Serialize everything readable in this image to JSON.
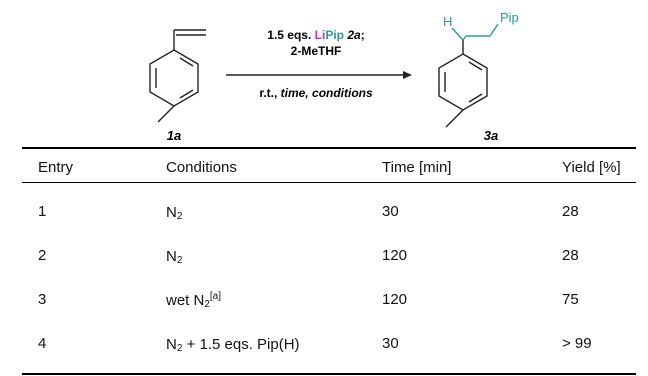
{
  "scheme": {
    "reagent_amount": "1.5 eqs.",
    "reagent_li": "Li",
    "reagent_pip": "Pip",
    "reagent_label": "2a",
    "reagent_sep": ";",
    "solvent": "2-MeTHF",
    "conditions_prefix": "r.t.,",
    "conditions_italic": "time, conditions",
    "start_label": "1a",
    "product_label": "3a",
    "product_h": "H",
    "product_pip": "Pip",
    "colors": {
      "li": "#d628c8",
      "pip": "#2f9b93"
    }
  },
  "table": {
    "headers": [
      "Entry",
      "Conditions",
      "Time [min]",
      "Yield [%]"
    ],
    "rows": [
      {
        "entry": "1",
        "cond_main": "N",
        "cond_sub": "2",
        "cond_sup": "",
        "cond_tail": "",
        "time": "30",
        "yield": "28"
      },
      {
        "entry": "2",
        "cond_main": "N",
        "cond_sub": "2",
        "cond_sup": "",
        "cond_tail": "",
        "time": "120",
        "yield": "28"
      },
      {
        "entry": "3",
        "cond_main": "wet N",
        "cond_sub": "2",
        "cond_sup": "[a]",
        "cond_tail": "",
        "time": "120",
        "yield": "75"
      },
      {
        "entry": "4",
        "cond_main": "N",
        "cond_sub": "2",
        "cond_sup": "",
        "cond_tail": " + 1.5 eqs. Pip(H)",
        "time": "30",
        "yield": "> 99"
      }
    ]
  }
}
